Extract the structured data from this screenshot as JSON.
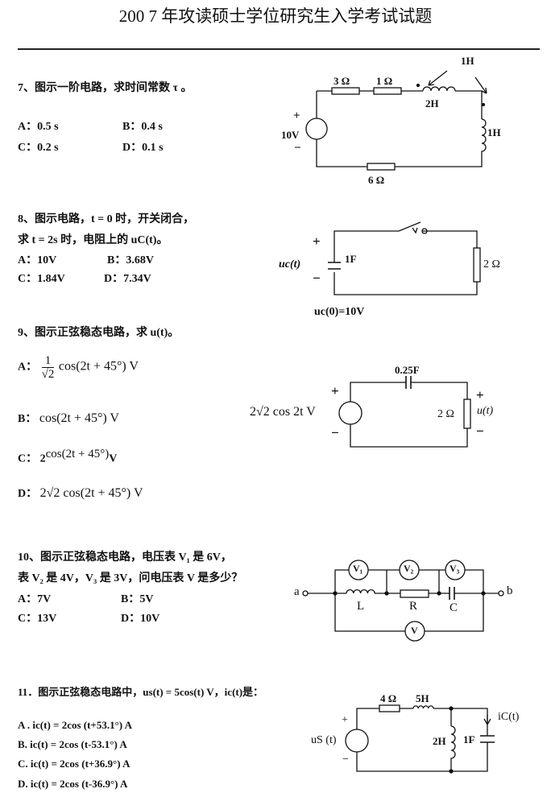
{
  "title": "200 7 年攻读硕士学位研究生入学考试试题",
  "q7": {
    "text": "7、图示一阶电路，求时间常数 τ 。",
    "options": {
      "A": "A：0.5 s",
      "B": "B：0.4 s",
      "C": "C：0.2 s",
      "D": "D：0.1 s"
    },
    "circuit": {
      "r1": "3 Ω",
      "r2": "1 Ω",
      "l1": "2H",
      "m": "1H",
      "l2": "1H",
      "src": "10V",
      "plus": "+",
      "minus": "−",
      "r3": "6 Ω"
    }
  },
  "q8": {
    "line1": "8、图示电路，t = 0 时，开关闭合，",
    "line2": "求 t = 2s 时，电阻上的 uC(t)。",
    "options": {
      "A": "A：10V",
      "B": "B：3.68V",
      "C": "C：1.84V",
      "D": "D：7.34V"
    },
    "circuit": {
      "uc": "uc(t)",
      "cap": "1F",
      "res": "2 Ω",
      "plus": "+",
      "minus": "−",
      "init": "uc(0)=10V"
    }
  },
  "q9": {
    "text": "9、图示正弦稳态电路，求 u(t)。",
    "options": {
      "A_label": "A：",
      "A_num": "1",
      "A_den": "√2",
      "A_expr": "cos(2t + 45°) V",
      "B_label": "B：",
      "B_expr": "cos(2t + 45°) V",
      "C_label": "C：",
      "C_base": "2",
      "C_exp": "cos(2t + 45°)",
      "C_unit": "V",
      "D_label": "D：",
      "D_expr": "2√2 cos(2t + 45°) V"
    },
    "circuit": {
      "src": "2√2 cos 2t V",
      "cap": "0.25F",
      "res": "2 Ω",
      "u": "u(t)",
      "plus": "+",
      "minus": "−"
    }
  },
  "q10": {
    "line1": "10、图示正弦稳态电路，电压表 V₁ 是 6V，",
    "line2": "表 V₂ 是 4V，V₃ 是 3V，问电压表 V 是多少？",
    "options": {
      "A": "A：7V",
      "B": "B：5V",
      "C": "C：13V",
      "D": "D：10V"
    },
    "circuit": {
      "v1": "V₁",
      "v2": "V₂",
      "v3": "V₃",
      "v": "V",
      "a": "a",
      "b": "b",
      "L": "L",
      "R": "R",
      "C": "C"
    }
  },
  "q11": {
    "text": "11．图示正弦稳态电路中，us(t) = 5cos(t) V，ic(t)是：",
    "options": {
      "A": "A . ic(t) = 2cos (t+53.1°) A",
      "B": "B. ic(t) = 2cos (t-53.1°) A",
      "C": "C. ic(t) = 2cos (t+36.9°) A",
      "D": "D. ic(t) = 2cos (t-36.9°) A"
    },
    "circuit": {
      "res": "4 Ω",
      "ind1": "5H",
      "ind2": "2H",
      "cap": "1F",
      "us": "uS (t)",
      "ic": "iC(t)",
      "plus": "+",
      "minus": "−"
    }
  }
}
